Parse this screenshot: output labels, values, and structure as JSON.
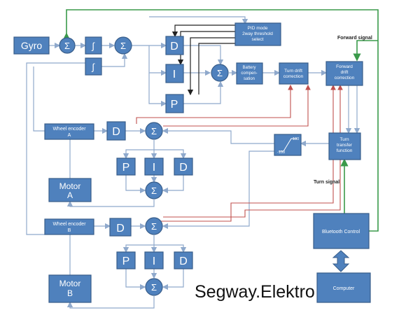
{
  "labels": {
    "gyro": "Gyro",
    "integral": "∫",
    "sum": "Σ",
    "d": "D",
    "i": "I",
    "p": "P",
    "pid_mode": "PID mode\n2way threshold\nselect",
    "battery": "Battery\ncompen-\nsation",
    "turn_drift": "Turn drift\ncorrection",
    "forward_drift": "Forward\ndrift\ncorrection",
    "wheel_a": "Wheel encoder\nA",
    "wheel_b": "Wheel encoder\nB",
    "motor_a": "Motor\nA",
    "motor_b": "Motor\nB",
    "turn_transfer": "Turn\ntransfer\nfunction",
    "limit_high": "100",
    "limit_low": "-100",
    "bluetooth": "Bluetooth Control",
    "computer": "Computer",
    "forward_signal": "Forward signal",
    "turn_signal": "Turn signal",
    "brand": "Segway.Elektro"
  },
  "colors": {
    "block": "#4f81bd",
    "block_border": "#385d8a",
    "feedback_line": "#8fa9cc",
    "control_line": "#222222",
    "drift_line": "#c0504d",
    "signal_line": "#3a9a4a"
  }
}
